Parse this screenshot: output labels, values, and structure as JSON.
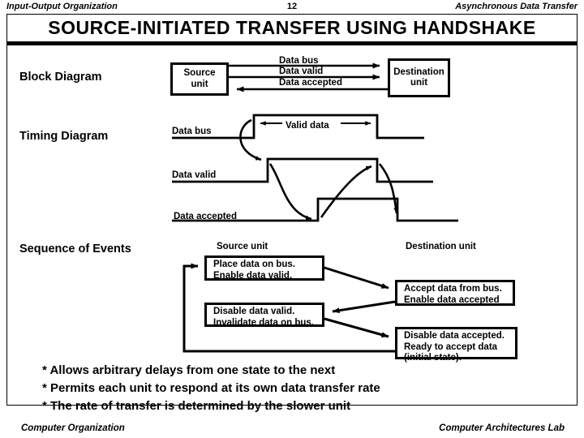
{
  "header": {
    "left": "Input-Output Organization",
    "page": "12",
    "right": "Asynchronous Data Transfer"
  },
  "title": "SOURCE-INITIATED  TRANSFER  USING  HANDSHAKE",
  "sections": {
    "block_diagram_label": "Block Diagram",
    "timing_diagram_label": "Timing Diagram",
    "sequence_label": "Sequence of Events"
  },
  "block_diagram": {
    "source_unit": "Source\nunit",
    "destination_unit": "Destination\nunit",
    "signals": [
      {
        "name": "Data bus",
        "direction": "source-to-destination"
      },
      {
        "name": "Data valid",
        "direction": "source-to-destination"
      },
      {
        "name": "Data accepted",
        "direction": "destination-to-source"
      }
    ]
  },
  "timing_diagram": {
    "waveforms": [
      {
        "name": "Data bus"
      },
      {
        "name": "Data valid"
      },
      {
        "name": "Data accepted"
      }
    ],
    "annotation": "Valid data"
  },
  "sequence": {
    "column_source": "Source unit",
    "column_destination": "Destination unit",
    "steps": [
      {
        "id": "step1",
        "column": "source",
        "text": "Place data on bus.\nEnable data valid."
      },
      {
        "id": "step2",
        "column": "destination",
        "text": "Accept data from bus.\nEnable data accepted"
      },
      {
        "id": "step3",
        "column": "source",
        "text": "Disable data valid.\nInvalidate data on bus."
      },
      {
        "id": "step4",
        "column": "destination",
        "text": "Disable data accepted.\nReady to accept data\n(initial state)."
      }
    ]
  },
  "bullets": "* Allows arbitrary delays from one state to the next\n* Permits each unit to respond at its own data transfer rate\n* The rate of transfer is determined by the slower unit",
  "footer": {
    "left": "Computer Organization",
    "right": "Computer Architectures Lab"
  },
  "colors": {
    "ink": "#000000",
    "background": "#ffffff"
  }
}
